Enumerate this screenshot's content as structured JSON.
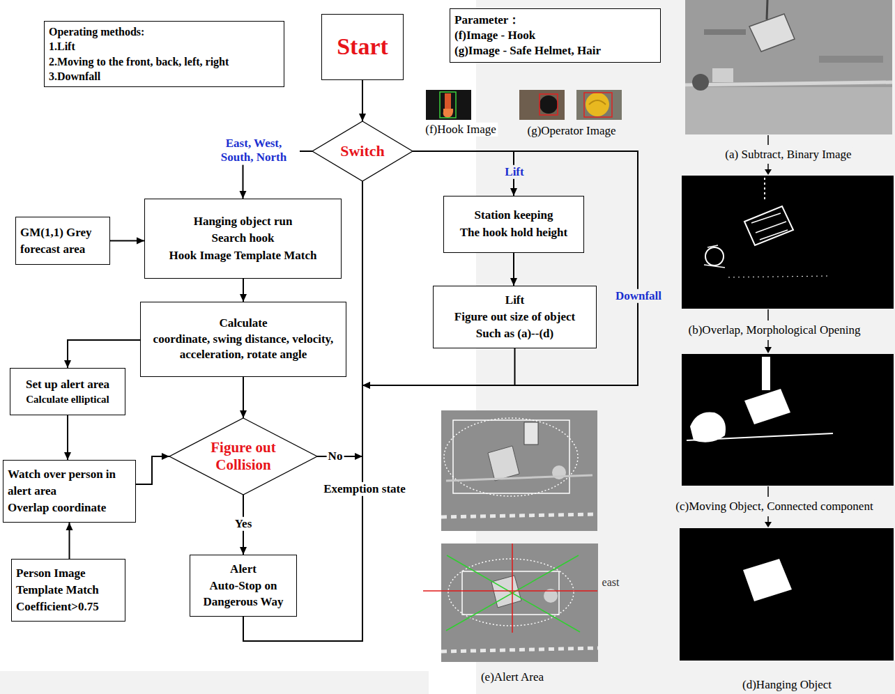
{
  "diagram": {
    "nodes": [
      {
        "text": [
          "Operating methods:",
          "1.Lift",
          "2.Moving to the front, back, left, right",
          "3.Downfall"
        ]
      },
      {
        "text": [
          "Start"
        ]
      },
      {
        "text": [
          "Parameter：",
          "(f)Image - Hook",
          "(g)Image - Safe Helmet, Hair"
        ]
      },
      {
        "text": [
          "Switch"
        ]
      },
      {
        "text": [
          "GM(1,1) Grey forecast area"
        ]
      },
      {
        "text": [
          "Hanging object run",
          "Search hook",
          "Hook Image Template Match"
        ]
      },
      {
        "text": [
          "Station keeping",
          "The hook hold height"
        ]
      },
      {
        "text": [
          "Calculate",
          "coordinate, swing distance, velocity, acceleration, rotate angle"
        ]
      },
      {
        "text": [
          "Lift",
          "Figure out size of object",
          "Such as (a)--(d)"
        ]
      },
      {
        "text": [
          "Set up alert area",
          "Calculate elliptical"
        ]
      },
      {
        "text": [
          "Figure out Collision"
        ]
      },
      {
        "text": [
          "Watch over person in alert area",
          "Overlap coordinate"
        ]
      },
      {
        "text": [
          "Alert",
          "Auto-Stop on Dangerous Way"
        ]
      },
      {
        "text": [
          "Person Image Template Match",
          "Coefficient>0.75"
        ]
      }
    ],
    "edges": [
      {
        "from": 1,
        "to": 3,
        "arrow": "to"
      },
      {
        "from": 3,
        "to": 5,
        "label": "East, West, South, North",
        "arrow": "to"
      },
      {
        "from": 3,
        "to": 6,
        "label": "Lift",
        "arrow": "to"
      },
      {
        "from": 3,
        "to": 3,
        "label": "Downfall",
        "arrow": "to"
      },
      {
        "from": 5,
        "to": 7,
        "arrow": "to"
      },
      {
        "from": 7,
        "to": 9,
        "arrow": "to"
      },
      {
        "from": 7,
        "to": 10,
        "arrow": "to"
      },
      {
        "from": 9,
        "to": 11,
        "arrow": "to"
      },
      {
        "from": 4,
        "to": 5,
        "arrow": "to"
      },
      {
        "from": 11,
        "to": 10,
        "arrow": "to"
      },
      {
        "from": 13,
        "to": 11,
        "arrow": "to"
      },
      {
        "from": 10,
        "to": 12,
        "label": "Yes",
        "arrow": "to"
      },
      {
        "from": 10,
        "to": 3,
        "label": "No",
        "arrow": "to"
      },
      {
        "from": 12,
        "to": 3,
        "arrow": "none"
      },
      {
        "from": 6,
        "to": 8,
        "arrow": "to"
      },
      {
        "from": 8,
        "to": 3,
        "arrow": "to"
      }
    ],
    "labels": [
      "(f)Hook Image",
      "(g)Operator Image",
      "(a) Subtract, Binary Image",
      "(b)Overlap, Morphological Opening",
      "Exemption state",
      "(c)Moving Object, Connected component",
      "east",
      "(e)Alert Area",
      "(d)Hanging Object"
    ]
  }
}
